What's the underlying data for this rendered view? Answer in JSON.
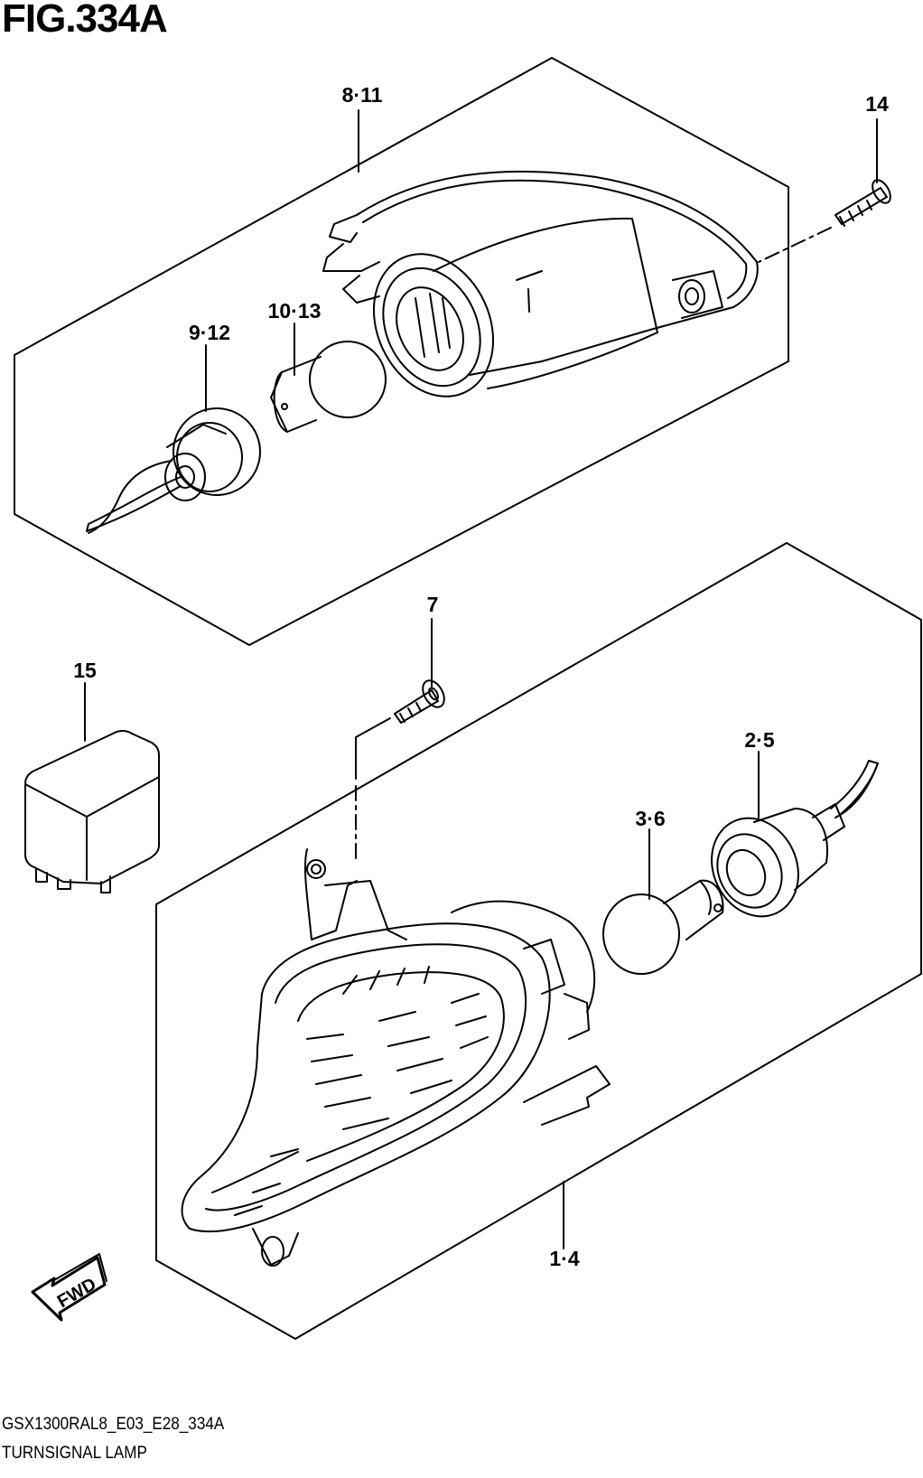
{
  "figure": {
    "title": "FIG.334A"
  },
  "callouts": {
    "lens_upper": "8·11",
    "screw_upper": "14",
    "socket_upper": "9·12",
    "bulb_upper": "10·13",
    "screw_lower": "7",
    "relay": "15",
    "socket_lower": "2·5",
    "bulb_lower": "3·6",
    "lamp_lower": "1·4"
  },
  "fwd_arrow": {
    "label": "FWD"
  },
  "footer": {
    "code": "GSX1300RAL8_E03_E28_334A",
    "caption": "TURNSIGNAL LAMP"
  }
}
